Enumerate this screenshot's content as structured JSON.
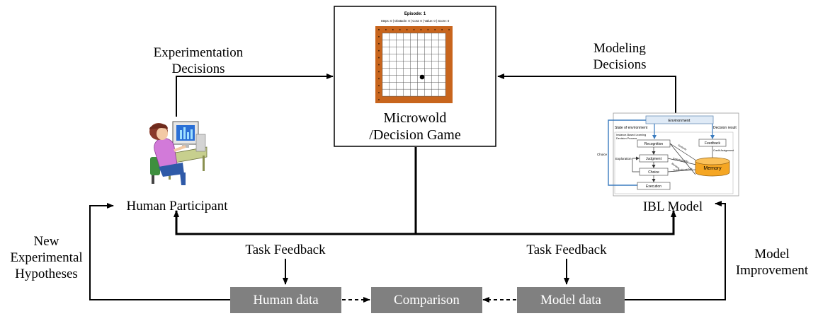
{
  "labels": {
    "experimentation_decisions": [
      "Experimentation",
      "Decisions"
    ],
    "modeling_decisions": [
      "Modeling",
      "Decisions"
    ],
    "microworld": [
      "Microwold",
      "/Decision Game"
    ],
    "human_participant": "Human Participant",
    "ibl_model": "IBL Model",
    "task_feedback_left": "Task Feedback",
    "task_feedback_right": "Task Feedback",
    "new_hypotheses": [
      "New",
      "Experimental",
      "Hypotheses"
    ],
    "model_improvement": [
      "Model",
      "Improvement"
    ]
  },
  "boxes": {
    "human_data": "Human data",
    "comparison": "Comparison",
    "model_data": "Model data"
  },
  "game": {
    "episode": "Episode: 1",
    "stats": "Steps: 0 | Obstacle: 0 | Cost: 0 | Value: 0 | Score: 0",
    "grid_size": 11,
    "accent_color": "#c8651d"
  },
  "ibl": {
    "environment": "Environment",
    "state_of_environment": "State of environment",
    "decision_result": "Decision result",
    "process_title": [
      "Instance-Based Learning",
      "Decision Process"
    ],
    "choice_side": "Choice",
    "exploration": "Exploration",
    "recognition": "Recognition",
    "judgment": "Judgment",
    "choice": "Choice",
    "execution": "Execution",
    "feedback": "Feedback",
    "credit_assignment": "Credit Assignment",
    "memory": "Memory",
    "line_labels": [
      "Similarity",
      "Expected utility",
      "Blending",
      "Threshold reached"
    ],
    "memory_color": "#f5a623",
    "flow_color": "#3a7bbf"
  }
}
